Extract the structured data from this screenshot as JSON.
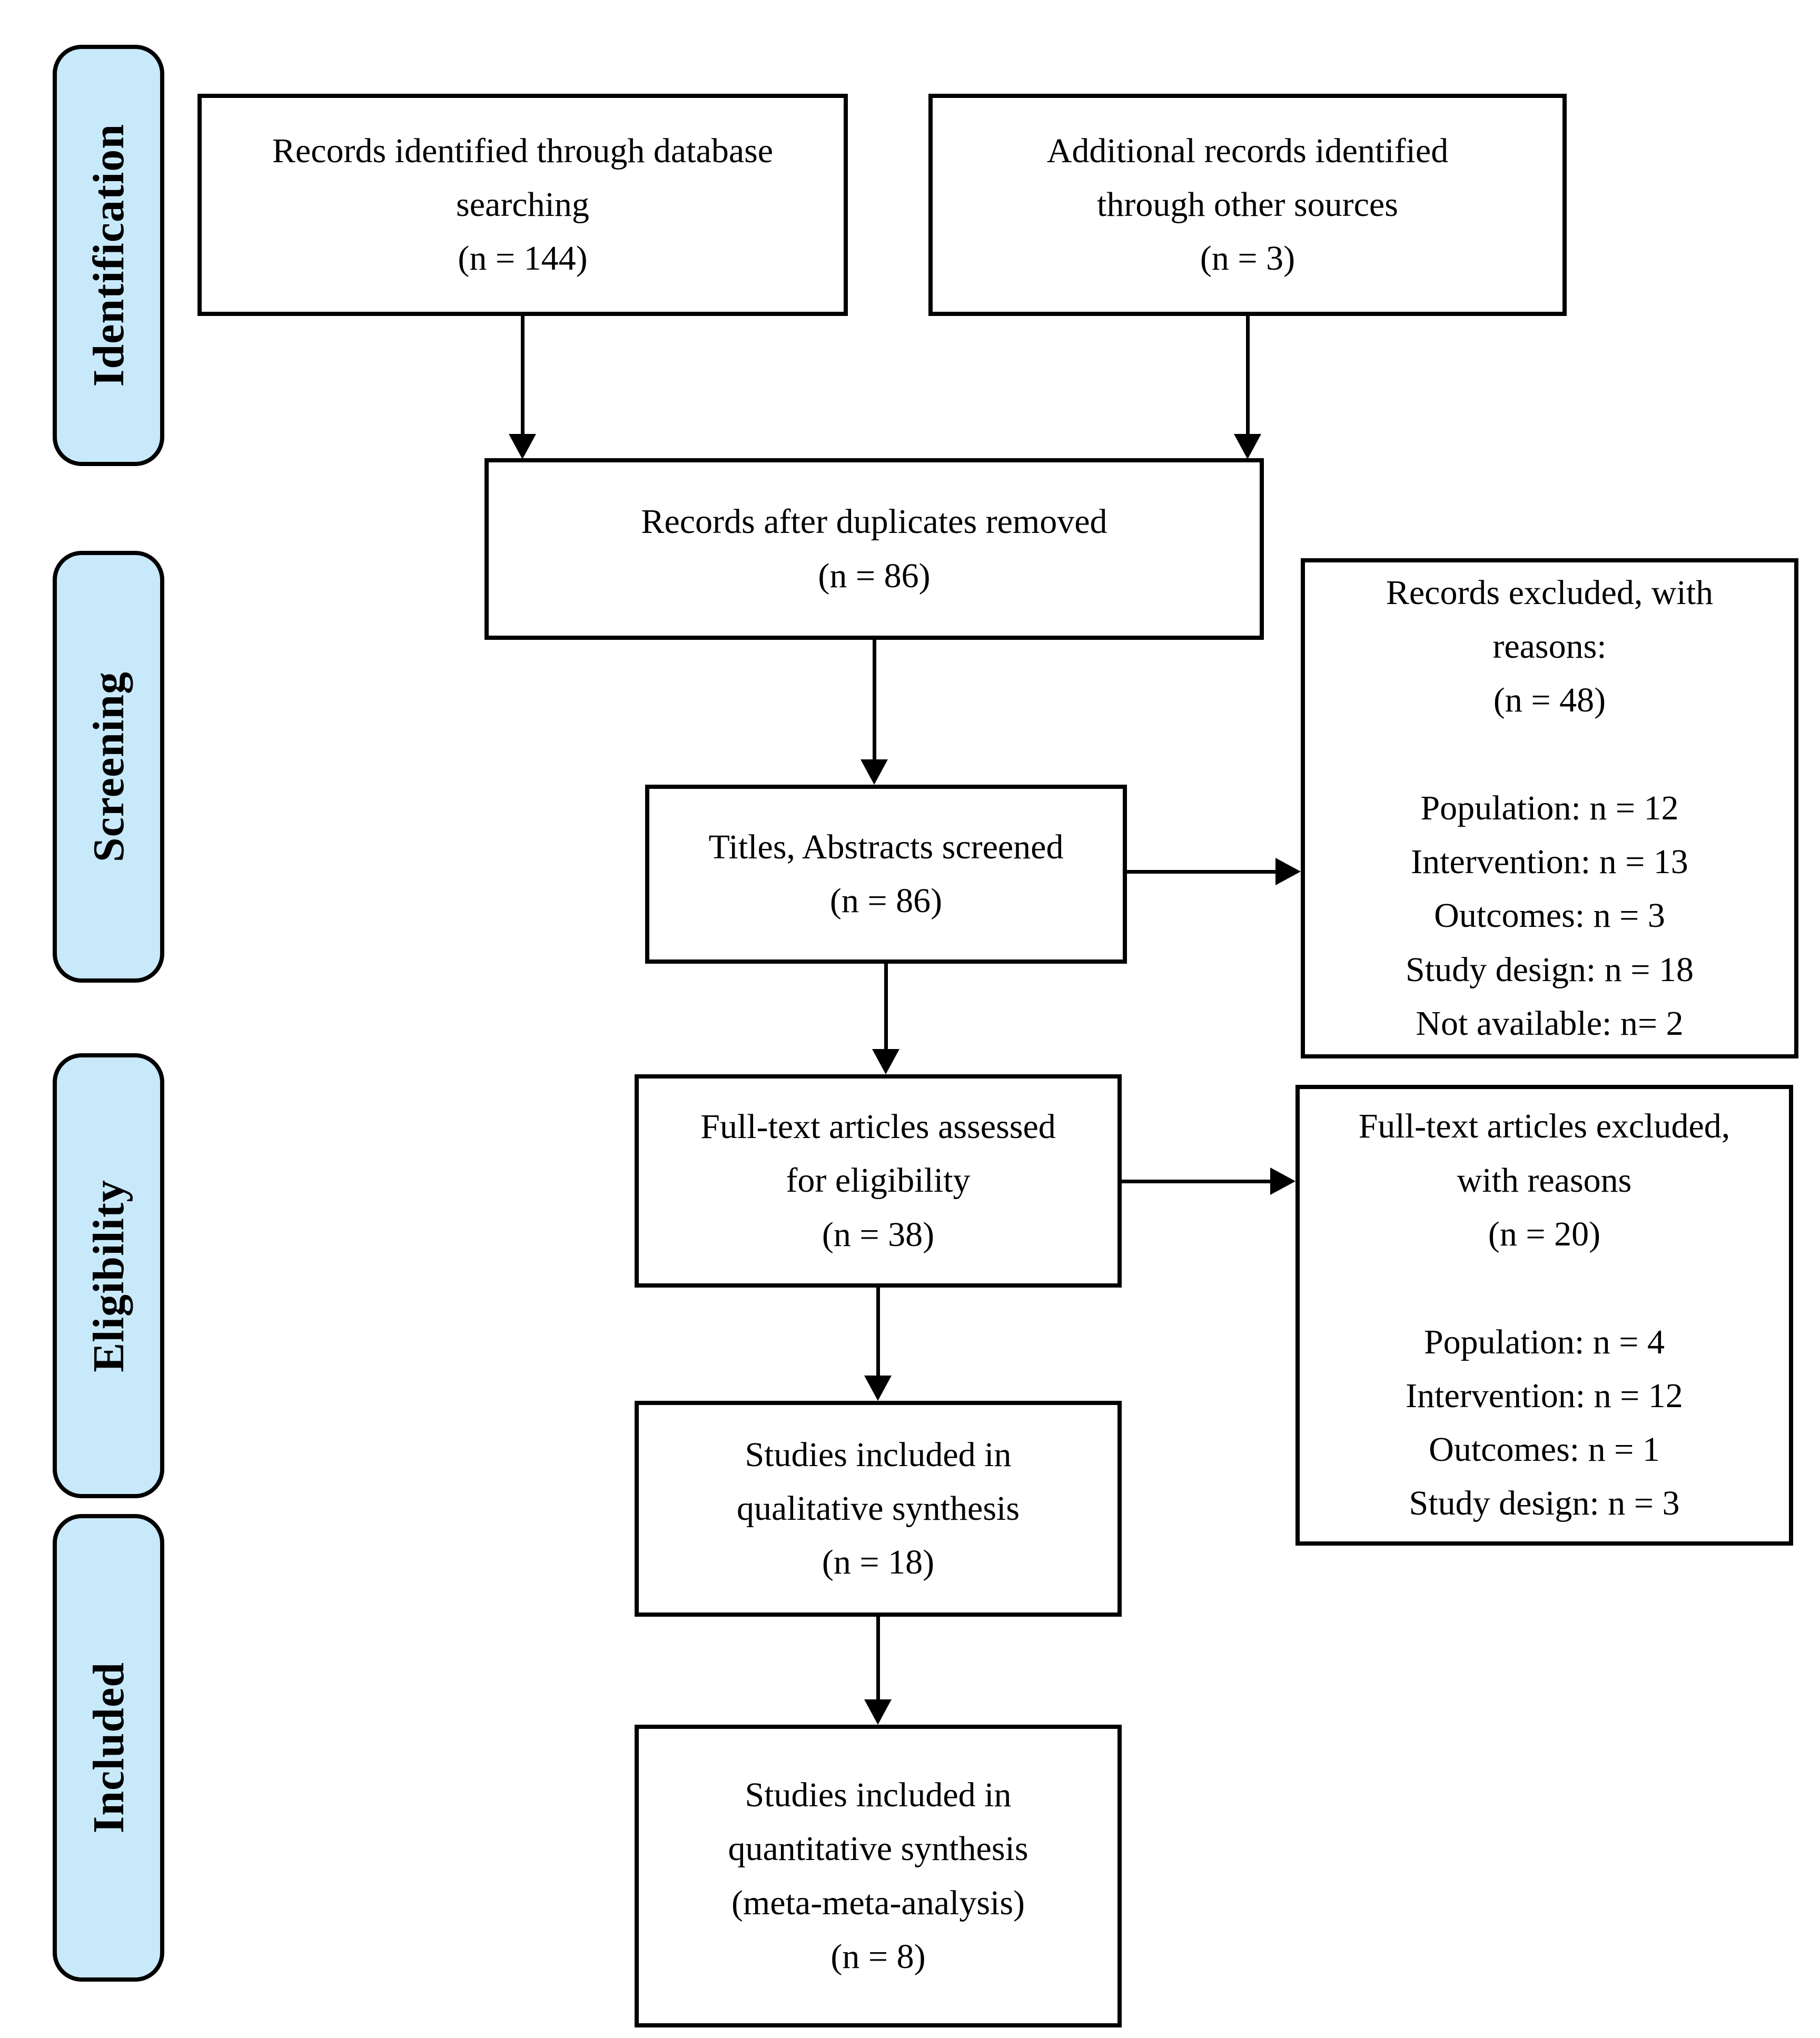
{
  "diagram": {
    "type": "prisma-flow",
    "stages": [
      {
        "label": "Identification"
      },
      {
        "label": "Screening"
      },
      {
        "label": "Eligibility"
      },
      {
        "label": "Included"
      }
    ],
    "boxes": {
      "identified": "Records identified through database\nsearching\n(n = 144)",
      "additional": "Additional records identified\nthrough other sources\n(n = 3)",
      "deduplicated": "Records after duplicates removed\n(n = 86)",
      "screened": "Titles, Abstracts screened\n(n = 86)",
      "records_excluded": "Records excluded, with\nreasons:\n(n = 48)\n\nPopulation: n = 12\nIntervention: n = 13\nOutcomes: n = 3\nStudy design: n = 18\nNot available: n= 2",
      "fulltext_assessed": "Full-text articles assessed\nfor eligibility\n(n = 38)",
      "fulltext_excluded": "Full-text articles excluded,\nwith reasons\n(n = 20)\n\nPopulation: n = 4\nIntervention: n = 12\nOutcomes: n = 1\nStudy design: n = 3",
      "qualitative": "Studies included in\nqualitative synthesis\n(n = 18)",
      "quantitative": "Studies included in\nquantitative synthesis\n(meta-meta-analysis)\n(n = 8)"
    },
    "colors": {
      "stage_fill": "#C8E9FA",
      "stage_border": "#000000",
      "box_fill": "#FFFFFF",
      "box_border": "#000000",
      "arrow": "#000000",
      "text": "#000000"
    }
  }
}
